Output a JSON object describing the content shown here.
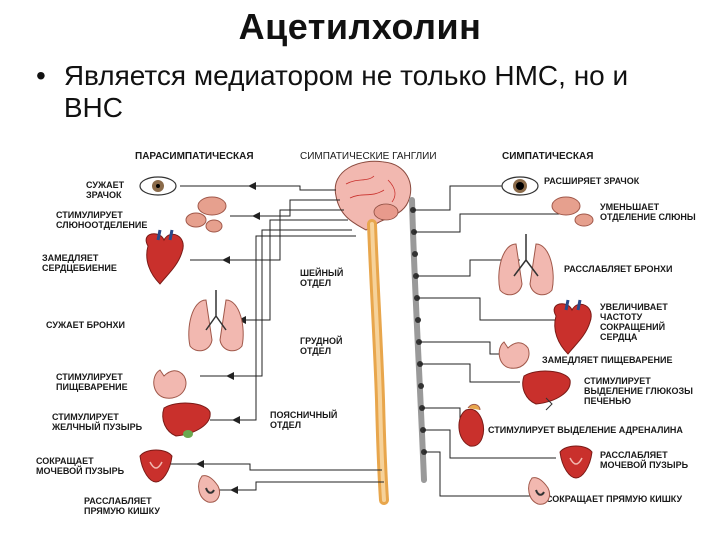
{
  "slide": {
    "title": "Ацетилхолин",
    "bullet_marker": "•",
    "bullet_text": "Является медиатором не только НМС, но и ВНС"
  },
  "diagram": {
    "headers": {
      "parasympathetic": "ПАРАСИМПАТИЧЕСКАЯ",
      "ganglia": "СИМПАТИЧЕСКИЕ ГАНГЛИИ",
      "sympathetic": "СИМПАТИЧЕСКАЯ"
    },
    "spine_sections": {
      "cervical": "ШЕЙНЫЙ\nОТДЕЛ",
      "thoracic": "ГРУДНОЙ\nОТДЕЛ",
      "lumbar": "ПОЯСНИЧНЫЙ\nОТДЕЛ"
    },
    "parasympathetic_effects": [
      "СУЖАЕТ\nЗРАЧОК",
      "СТИМУЛИРУЕТ\nСЛЮНООТДЕЛЕНИЕ",
      "ЗАМЕДЛЯЕТ\nСЕРДЦЕБИЕНИЕ",
      "СУЖАЕТ БРОНХИ",
      "СТИМУЛИРУЕТ\nПИЩЕВАРЕНИЕ",
      "СТИМУЛИРУЕТ\nЖЕЛЧНЫЙ ПУЗЫРЬ",
      "СОКРАЩАЕТ\nМОЧЕВОЙ ПУЗЫРЬ",
      "РАССЛАБЛЯЕТ\nПРЯМУЮ КИШКУ"
    ],
    "sympathetic_effects": [
      "РАСШИРЯЕТ ЗРАЧОК",
      "УМЕНЬШАЕТ\nОТДЕЛЕНИЕ СЛЮНЫ",
      "РАССЛАБЛЯЕТ БРОНХИ",
      "УВЕЛИЧИВАЕТ\nЧАСТОТУ\nСОКРАЩЕНИЙ\nСЕРДЦА",
      "ЗАМЕДЛЯЕТ ПИЩЕВАРЕНИЕ",
      "СТИМУЛИРУЕТ\nВЫДЕЛЕНИЕ ГЛЮКОЗЫ\nПЕЧЕНЬЮ",
      "СТИМУЛИРУЕТ ВЫДЕЛЕНИЕ АДРЕНАЛИНА",
      "РАССЛАБЛЯЕТ\nМОЧЕВОЙ ПУЗЫРЬ",
      "СОКРАЩАЕТ ПРЯМУЮ КИШКУ"
    ]
  },
  "colors": {
    "organ_red": "#c9302c",
    "organ_pink": "#f2b8b0",
    "spine_orange": "#e8a64c",
    "ganglia_gray": "#9a9a9a",
    "nerve_line": "#222222"
  }
}
